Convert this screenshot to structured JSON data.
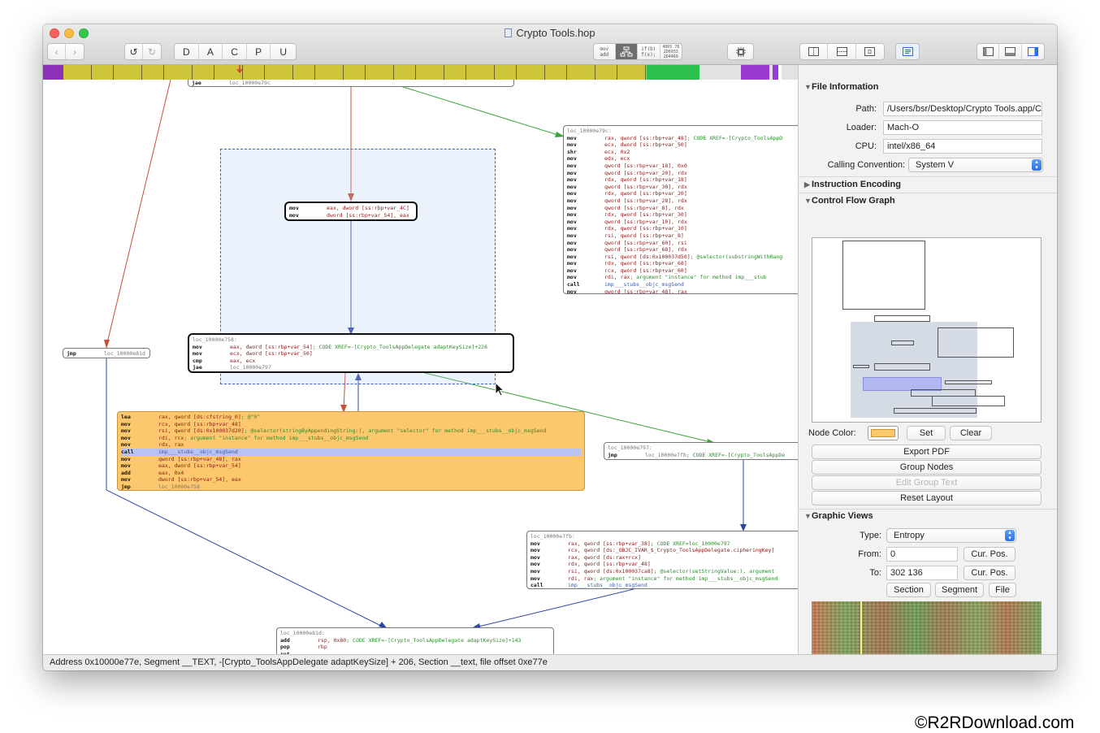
{
  "window": {
    "title": "Crypto Tools.hop"
  },
  "toolbar": {
    "nav": [
      "‹",
      "›"
    ],
    "undo_redo": [
      "↺",
      "↻"
    ],
    "modes": [
      "D",
      "A",
      "C",
      "P",
      "U"
    ],
    "asm_view_label": "mov\nadd",
    "code_view_label": "if(b)\nf(x);",
    "hex_view_label": "4865 78\n2D6933\n2D4469"
  },
  "navbar": {
    "colors": {
      "purple": "#8e2fb8",
      "olive": "#cfc53a",
      "green": "#2ec04f",
      "gray": "#e2e2e2",
      "violet": "#9b3ad0"
    },
    "segments": [
      [
        "#8e2fb8",
        26
      ],
      [
        "#cfc53a",
        760
      ],
      [
        "#2ec04f",
        69
      ],
      [
        "#e2e2e2",
        54
      ],
      [
        "#9b3ad0",
        37
      ],
      [
        "#e2e2e2",
        4
      ],
      [
        "#9b3ad0",
        8
      ],
      [
        "#ffffff",
        4
      ],
      [
        "#e2e2e2",
        21
      ]
    ]
  },
  "blocks": {
    "top_partial": {
      "lines": [
        {
          "op": "jae",
          "args": "loc_10000e79c"
        }
      ]
    },
    "b79c": {
      "label": "loc_10000e79c:",
      "lines": [
        {
          "op": "mov",
          "args": "rax, qword [ss:rbp+var_48]",
          "cmt": " ; CODE XREF=-[Crypto_ToolsAppD"
        },
        {
          "op": "mov",
          "args": "ecx, dword [ss:rbp+var_50]",
          "cmt": ""
        },
        {
          "op": "shr",
          "args": "ecx, 0x2",
          "cmt": ""
        },
        {
          "op": "mov",
          "args": "edx, ecx",
          "cmt": ""
        },
        {
          "op": "mov",
          "args": "qword [ss:rbp+var_18], 0x0",
          "cmt": ""
        },
        {
          "op": "mov",
          "args": "qword [ss:rbp+var_20], rdx",
          "cmt": ""
        },
        {
          "op": "mov",
          "args": "rdx, qword [ss:rbp+var_18]",
          "cmt": ""
        },
        {
          "op": "mov",
          "args": "qword [ss:rbp+var_30], rdx",
          "cmt": ""
        },
        {
          "op": "mov",
          "args": "rdx, qword [ss:rbp+var_20]",
          "cmt": ""
        },
        {
          "op": "mov",
          "args": "qword [ss:rbp+var_28], rdx",
          "cmt": ""
        },
        {
          "op": "mov",
          "args": "qword [ss:rbp+var_8], rdx",
          "cmt": ""
        },
        {
          "op": "mov",
          "args": "rdx, qword [ss:rbp+var_30]",
          "cmt": ""
        },
        {
          "op": "mov",
          "args": "qword [ss:rbp+var_10], rdx",
          "cmt": ""
        },
        {
          "op": "mov",
          "args": "rdx, qword [ss:rbp+var_10]",
          "cmt": ""
        },
        {
          "op": "mov",
          "args": "rsi, qword [ss:rbp+var_8]",
          "cmt": ""
        },
        {
          "op": "mov",
          "args": "qword [ss:rbp+var_60], rsi",
          "cmt": ""
        },
        {
          "op": "mov",
          "args": "qword [ss:rbp+var_68], rdx",
          "cmt": ""
        },
        {
          "op": "mov",
          "args": "rsi, qword [ds:0x100037d50]",
          "cmt": " ; @selector(substringWithRang"
        },
        {
          "op": "mov",
          "args": "rdx, qword [ss:rbp+var_68]",
          "cmt": ""
        },
        {
          "op": "mov",
          "args": "rcx, qword [ss:rbp+var_60]",
          "cmt": ""
        },
        {
          "op": "mov",
          "args": "rdi, rax",
          "cmt": "      ; argument \"instance\" for method imp___stub"
        },
        {
          "op": "call",
          "args": "imp___stubs__objc_msgSend",
          "cmt": ""
        },
        {
          "op": "mov",
          "args": "qword [ss:rbp+var_48], rax",
          "cmt": ""
        }
      ]
    },
    "bmid": {
      "lines": [
        {
          "op": "mov",
          "args": "eax, dword [ss:rbp+var_4C]"
        },
        {
          "op": "mov",
          "args": "dword [ss:rbp+var_54], eax"
        }
      ]
    },
    "b758": {
      "label": "loc_10000e758:",
      "lines": [
        {
          "op": "mov",
          "args": "eax, dword [ss:rbp+var_54]",
          "cmt": " ; CODE XREF=-[Crypto_ToolsAppDelegate adaptKeySize]+226"
        },
        {
          "op": "mov",
          "args": "ecx, dword [ss:rbp+var_50]",
          "cmt": ""
        },
        {
          "op": "cmp",
          "args": "eax, ecx",
          "cmt": ""
        },
        {
          "op": "jae",
          "args": "loc_10000e797",
          "cmt": ""
        }
      ]
    },
    "bjmp": {
      "lines": [
        {
          "op": "jmp",
          "args": "loc_10000e81d"
        }
      ]
    },
    "borange": {
      "lines": [
        {
          "op": "lea",
          "args": "rax, qword [ds:cfstring_0]",
          "cmt": " ; @\"0\""
        },
        {
          "op": "mov",
          "args": "rcx, qword [ss:rbp+var_48]",
          "cmt": ""
        },
        {
          "op": "mov",
          "args": "rsi, qword [ds:0x100037d20]",
          "cmt": " ; @selector(stringByAppendingString:), argument \"selector\" for method imp___stubs__objc_msgSend"
        },
        {
          "op": "mov",
          "args": "rdi, rcx",
          "cmt": "      ; argument \"instance\" for method imp___stubs__objc_msgSend"
        },
        {
          "op": "mov",
          "args": "rdx, rax",
          "cmt": ""
        },
        {
          "op": "call",
          "args": "imp___stubs__objc_msgSend",
          "cmt": ""
        },
        {
          "op": "mov",
          "args": "qword [ss:rbp+var_48], rax",
          "cmt": ""
        },
        {
          "op": "mov",
          "args": "eax, dword [ss:rbp+var_54]",
          "cmt": ""
        },
        {
          "op": "add",
          "args": "eax, 0x4",
          "cmt": ""
        },
        {
          "op": "mov",
          "args": "dword [ss:rbp+var_54], eax",
          "cmt": ""
        },
        {
          "op": "jmp",
          "args": "loc_10000e758",
          "cmt": ""
        }
      ]
    },
    "b797": {
      "label": "loc_10000e797:",
      "lines": [
        {
          "op": "jmp",
          "args": "loc_10000e7fb",
          "cmt": " ; CODE XREF=-[Crypto_ToolsAppDe"
        }
      ]
    },
    "b7fb": {
      "label": "loc_10000e7fb:",
      "lines": [
        {
          "op": "mov",
          "args": "rax, qword [ss:rbp+var_38]",
          "cmt": " ; CODE XREF=loc_10000e797"
        },
        {
          "op": "mov",
          "args": "rcx, qword [ds:_OBJC_IVAR_$_Crypto_ToolsAppDelegate.cipheringKey]",
          "cmt": ""
        },
        {
          "op": "mov",
          "args": "rax, qword [ds:rax+rcx]",
          "cmt": ""
        },
        {
          "op": "mov",
          "args": "rdx, qword [ss:rbp+var_48]",
          "cmt": ""
        },
        {
          "op": "mov",
          "args": "rsi, qword [ds:0x100037ca8]",
          "cmt": " ; @selector(setStringValue:), argument"
        },
        {
          "op": "mov",
          "args": "rdi, rax",
          "cmt": "      ; argument \"instance\" for method imp___stubs__objc_msgSend"
        },
        {
          "op": "call",
          "args": "imp___stubs__objc_msgSend",
          "cmt": ""
        }
      ]
    },
    "b81d": {
      "label": "loc_10000e81d:",
      "lines": [
        {
          "op": "add",
          "args": "rsp, 0x80",
          "cmt": "      ; CODE XREF=-[Crypto_ToolsAppDelegate adaptKeySize]+143"
        },
        {
          "op": "pop",
          "args": "rbp",
          "cmt": ""
        },
        {
          "op": "ret",
          "args": "",
          "cmt": ""
        }
      ]
    }
  },
  "sidebar": {
    "file_info": {
      "title": "File Information",
      "path_label": "Path:",
      "path_value": "/Users/bsr/Desktop/Crypto Tools.app/Conten",
      "loader_label": "Loader:",
      "loader_value": "Mach-O",
      "cpu_label": "CPU:",
      "cpu_value": "intel/x86_64",
      "cc_label": "Calling Convention:",
      "cc_value": "System V"
    },
    "instruction_encoding": {
      "title": "Instruction Encoding"
    },
    "cfg": {
      "title": "Control Flow Graph",
      "node_color_label": "Node Color:",
      "node_color": "#fcc76d",
      "set_label": "Set",
      "clear_label": "Clear",
      "export_pdf": "Export PDF",
      "group_nodes": "Group Nodes",
      "edit_group_text": "Edit Group Text",
      "reset_layout": "Reset Layout"
    },
    "graphic_views": {
      "title": "Graphic Views",
      "type_label": "Type:",
      "type_value": "Entropy",
      "from_label": "From:",
      "from_value": "0",
      "to_label": "To:",
      "to_value": "302 136",
      "cur_pos": "Cur. Pos.",
      "section": "Section",
      "segment": "Segment",
      "file": "File"
    }
  },
  "status": {
    "text": "Address 0x10000e77e, Segment __TEXT, -[Crypto_ToolsAppDelegate adaptKeySize] + 206, Section __text, file offset 0xe77e"
  },
  "watermark": "©R2RDownload.com"
}
